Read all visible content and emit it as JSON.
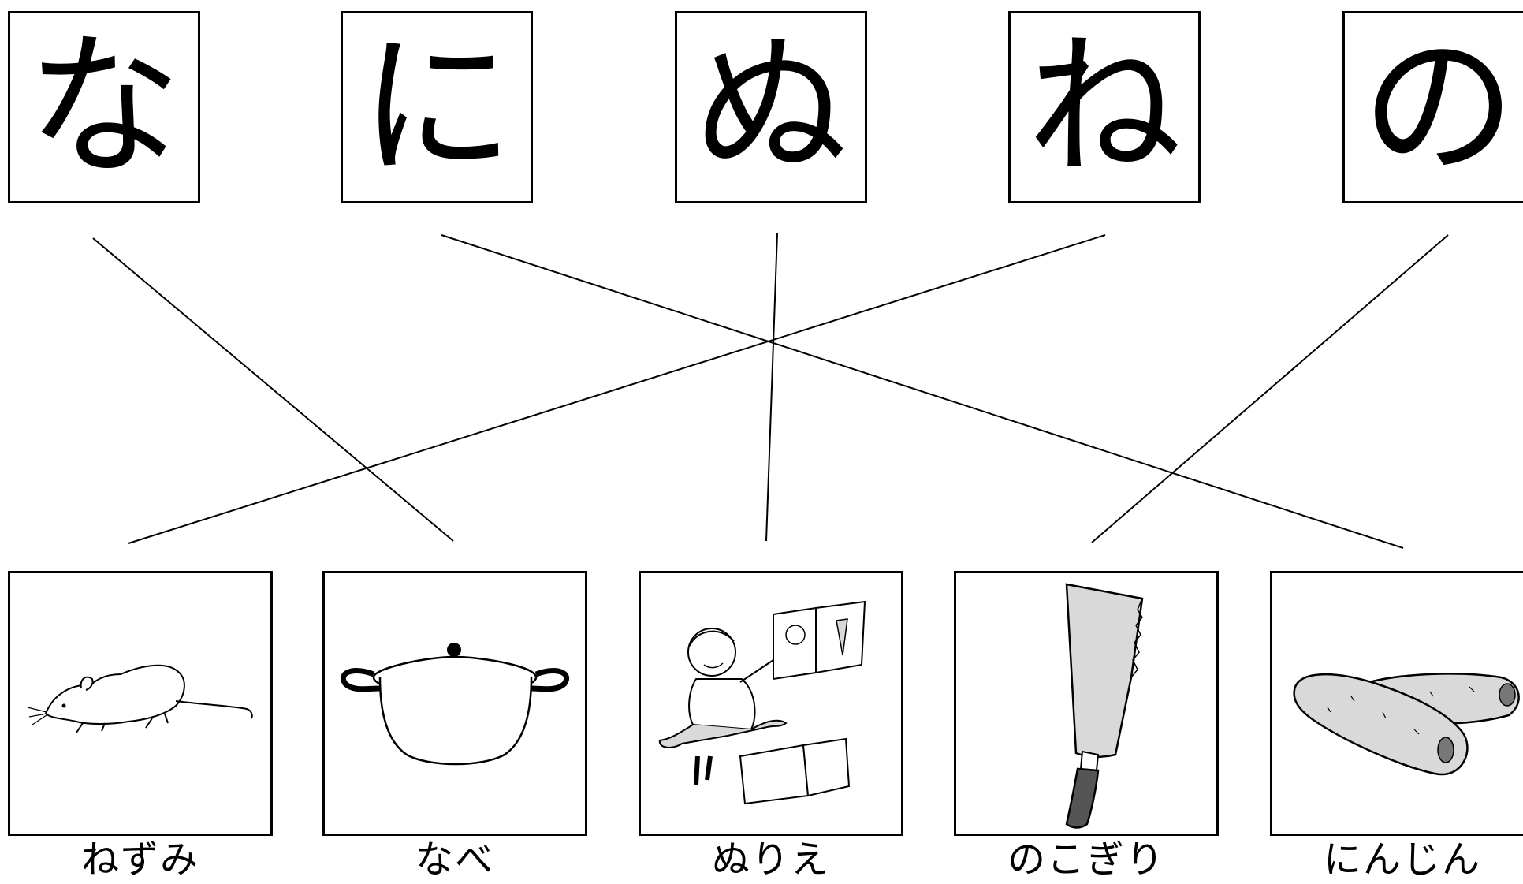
{
  "kana": [
    {
      "char": "な"
    },
    {
      "char": "に"
    },
    {
      "char": "ぬ"
    },
    {
      "char": "ね"
    },
    {
      "char": "の"
    }
  ],
  "pictures": [
    {
      "label": "ねずみ",
      "icon": "mouse-icon"
    },
    {
      "label": "なべ",
      "icon": "pot-icon"
    },
    {
      "label": "ぬりえ",
      "icon": "coloring-child-icon"
    },
    {
      "label": "のこぎり",
      "icon": "saw-icon"
    },
    {
      "label": "にんじん",
      "icon": "carrot-icon"
    }
  ],
  "matches": [
    {
      "kana": "な",
      "picture": "なべ"
    },
    {
      "kana": "に",
      "picture": "にんじん"
    },
    {
      "kana": "ぬ",
      "picture": "ぬりえ"
    },
    {
      "kana": "ね",
      "picture": "ねずみ"
    },
    {
      "kana": "の",
      "picture": "のこぎり"
    }
  ],
  "colors": {
    "ink": "#000000",
    "paper": "#ffffff",
    "shade": "#d9d9d9"
  }
}
